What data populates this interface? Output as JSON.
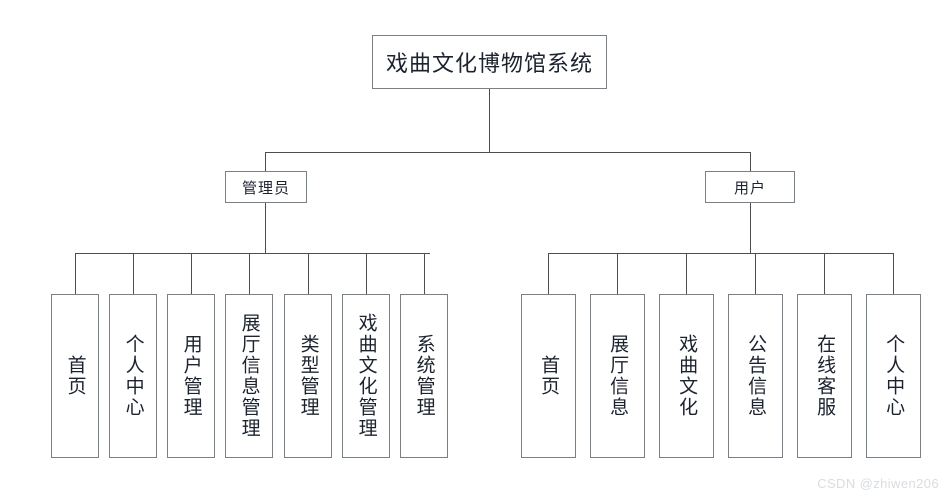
{
  "diagram": {
    "title": "戏曲文化博物馆系统",
    "type": "system-function-tree",
    "root": {
      "label": "戏曲文化博物馆系统"
    },
    "roles": [
      {
        "label": "管理员"
      },
      {
        "label": "用户"
      }
    ],
    "admin_modules": [
      {
        "label": "首页"
      },
      {
        "label": "个人中心"
      },
      {
        "label": "用户管理"
      },
      {
        "label": "展厅信息管理"
      },
      {
        "label": "类型管理"
      },
      {
        "label": "戏曲文化管理"
      },
      {
        "label": "系统管理"
      }
    ],
    "user_modules": [
      {
        "label": "首页"
      },
      {
        "label": "展厅信息"
      },
      {
        "label": "戏曲文化"
      },
      {
        "label": "公告信息"
      },
      {
        "label": "在线客服"
      },
      {
        "label": "个人中心"
      }
    ],
    "watermark": "CSDN @zhiwen206",
    "colors": {
      "background": "#ffffff",
      "box_fill": "#ffffff",
      "box_border": "#7a7f88",
      "line": "#4d4d4d",
      "text": "#1c2330",
      "watermark": "#d9dde1"
    }
  }
}
